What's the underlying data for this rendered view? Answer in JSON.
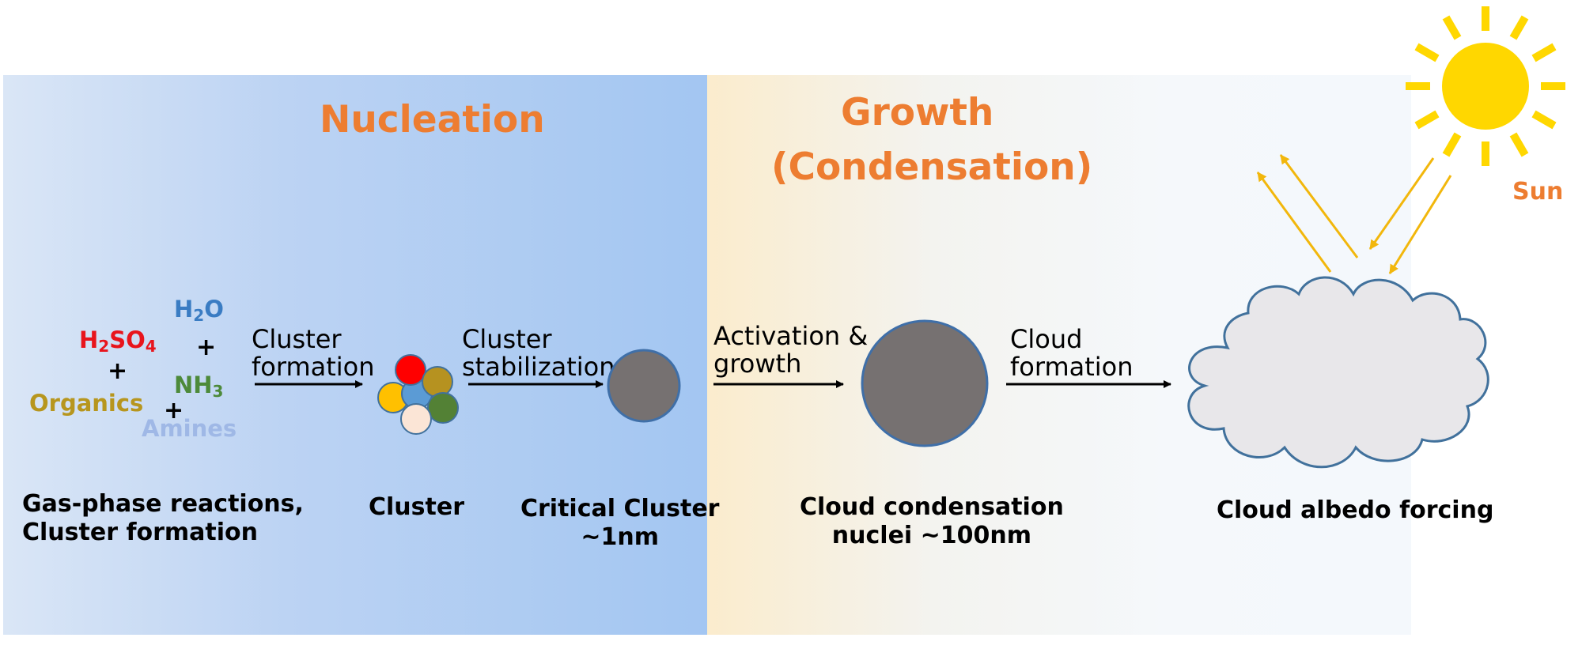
{
  "panels": {
    "nucleation_title": "Nucleation",
    "growth_title_line1": "Growth",
    "growth_title_line2": "(Condensation)"
  },
  "species": {
    "h2so4": {
      "base": "H",
      "sub1": "2",
      "mid": "SO",
      "sub2": "4",
      "color": "#e8141c"
    },
    "h2o": {
      "base": "H",
      "sub1": "2",
      "mid": "O",
      "color": "#3a7cc3"
    },
    "nh3": {
      "base": "NH",
      "sub1": "3",
      "color": "#4d8a3a"
    },
    "organics": {
      "text": "Organics",
      "color": "#b7961e"
    },
    "amines": {
      "text": "Amines",
      "color": "#9fb8e6"
    },
    "plus": "+"
  },
  "arrows": {
    "cluster_formation": {
      "line1": "Cluster",
      "line2": "formation"
    },
    "cluster_stabilization": {
      "line1": "Cluster",
      "line2": "stabilization"
    },
    "activation_growth": {
      "line1": "Activation &",
      "line2": "growth"
    },
    "cloud_formation": {
      "line1": "Cloud",
      "line2": "formation"
    }
  },
  "captions": {
    "gas_phase_line1": "Gas-phase reactions,",
    "gas_phase_line2": "Cluster formation",
    "cluster": "Cluster",
    "critical_line1": "Critical Cluster",
    "critical_line2": "~1nm",
    "ccn_line1": "Cloud condensation",
    "ccn_line2": "nuclei ~100nm",
    "albedo": "Cloud albedo forcing"
  },
  "sun_label": "Sun",
  "colors": {
    "title": "#ed7d31",
    "particle_fill": "#767171",
    "particle_stroke": "#3f6fa8",
    "sun": "#ffd700",
    "sun_rays_reflected": "#f2b70c",
    "cloud_fill": "#e8e7ea",
    "cloud_stroke": "#41719c",
    "cluster_red": "#ff0000",
    "cluster_olive": "#b69220",
    "cluster_yellow": "#ffc000",
    "cluster_blue": "#5b9bd5",
    "cluster_green": "#538135",
    "cluster_cream": "#fbe5d6"
  }
}
